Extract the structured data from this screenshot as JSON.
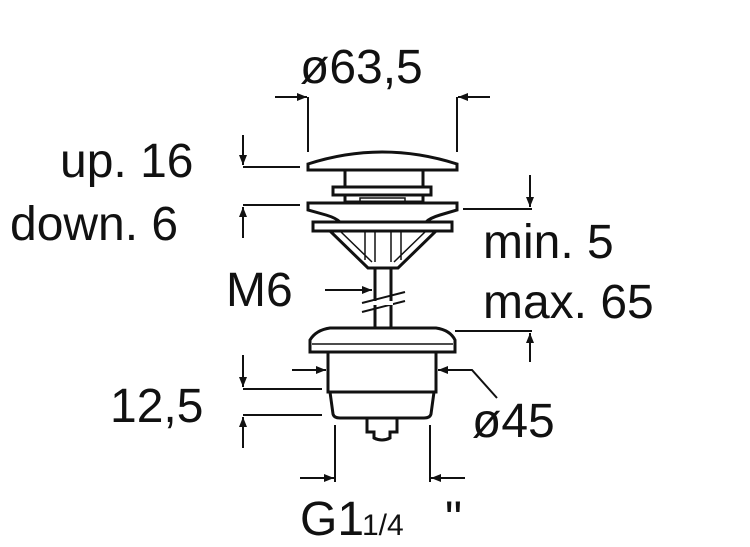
{
  "labels": {
    "diameter_top": "ø63,5",
    "up": "up. 16",
    "down": "down. 6",
    "min": "min. 5",
    "max": "max. 65",
    "thread": "M6",
    "height": "12,5",
    "diameter_body": "ø45",
    "connection_main": "G1",
    "connection_fraction": "1/4",
    "connection_unit": "\""
  }
}
